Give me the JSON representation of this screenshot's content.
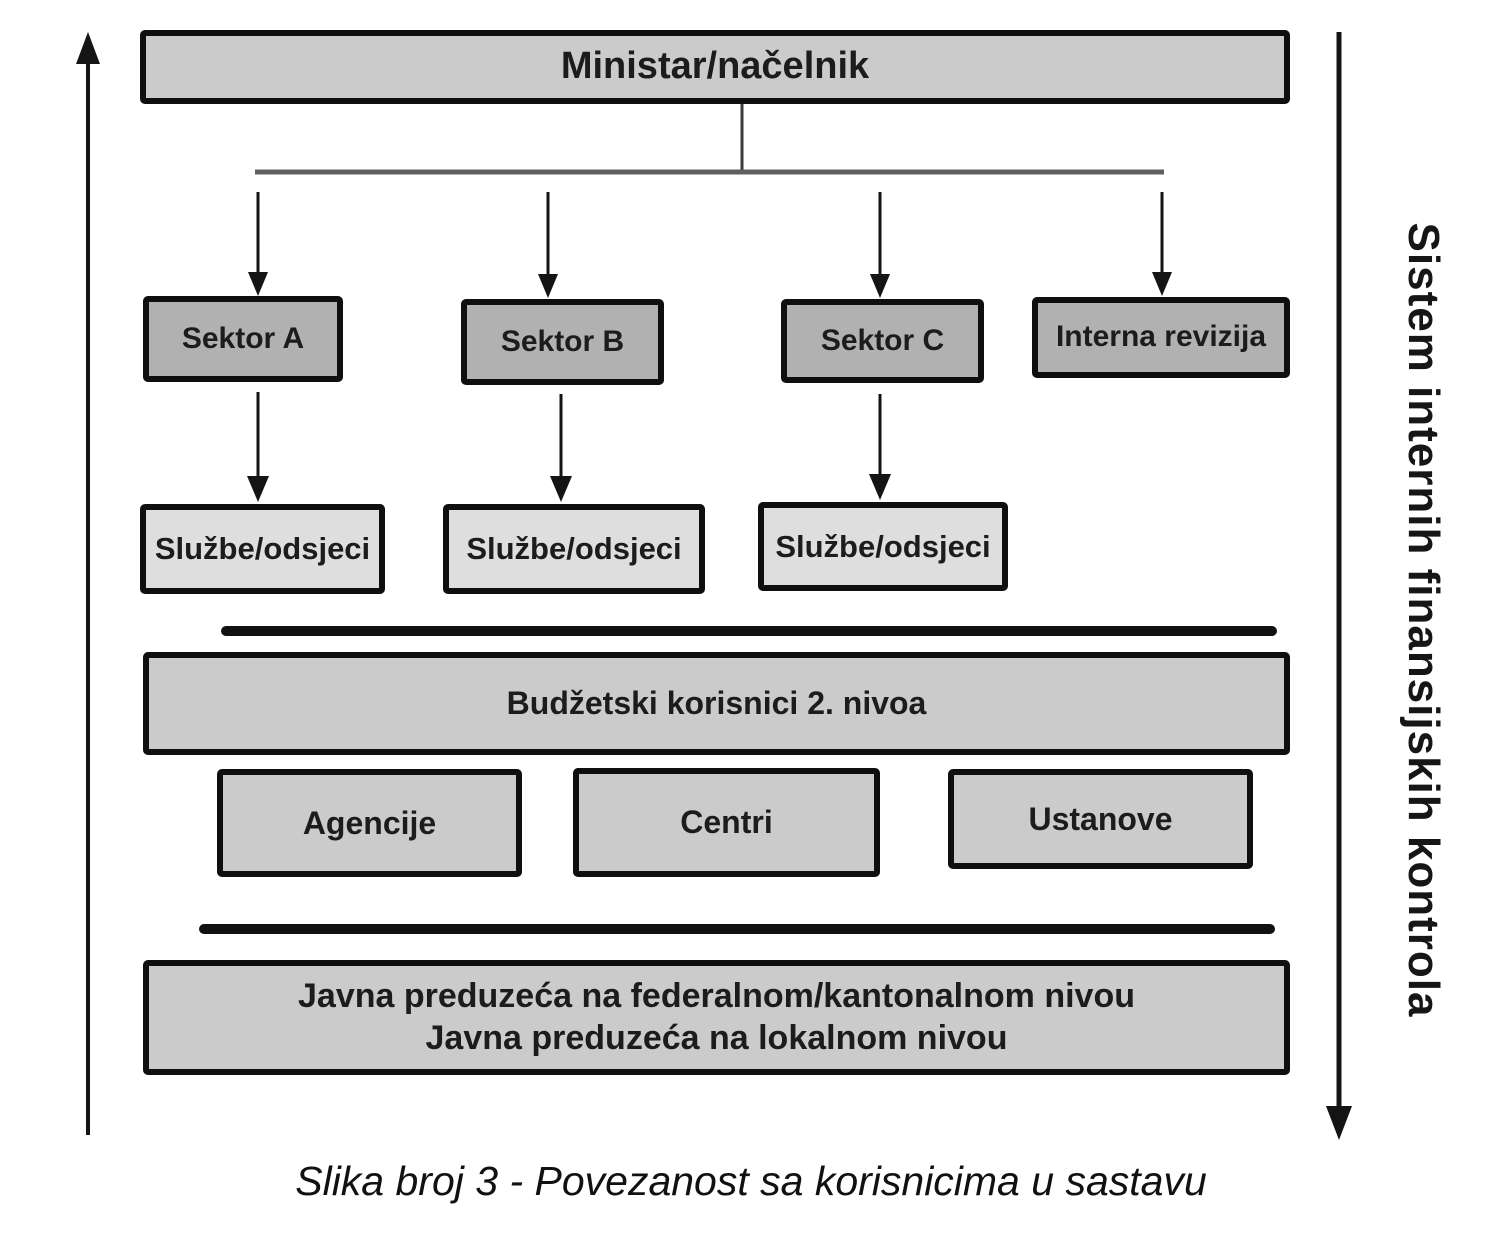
{
  "diagram": {
    "top_box": "Ministar/načelnik",
    "sectors": [
      "Sektor A",
      "Sektor B",
      "Sektor C"
    ],
    "internal_audit": "Interna revizija",
    "services": [
      "Službe/odsjeci",
      "Službe/odsjeci",
      "Službe/odsjeci"
    ],
    "budget_users": "Budžetski korisnici 2. nivoa",
    "second_level_units": [
      "Agencije",
      "Centri",
      "Ustanove"
    ],
    "public_enterprises": {
      "line1": "Javna preduzeća na federalnom/kantonalnom nivou",
      "line2": "Javna preduzeća na lokalnom nivou"
    },
    "side_label": "Sistem internih finansijskih kontrola",
    "caption": "Slika broj 3 - Povezanost sa korisnicima u sastavu",
    "colors": {
      "box_fill_light": "#cbcbcb",
      "box_fill_medium": "#b1b1b1",
      "box_fill_pale": "#dedede",
      "box_border": "#0f0f0f",
      "line_black": "#141414",
      "connector_gray": "#5f5f5f",
      "background": "#ffffff",
      "text": "#1c1c1c"
    }
  }
}
